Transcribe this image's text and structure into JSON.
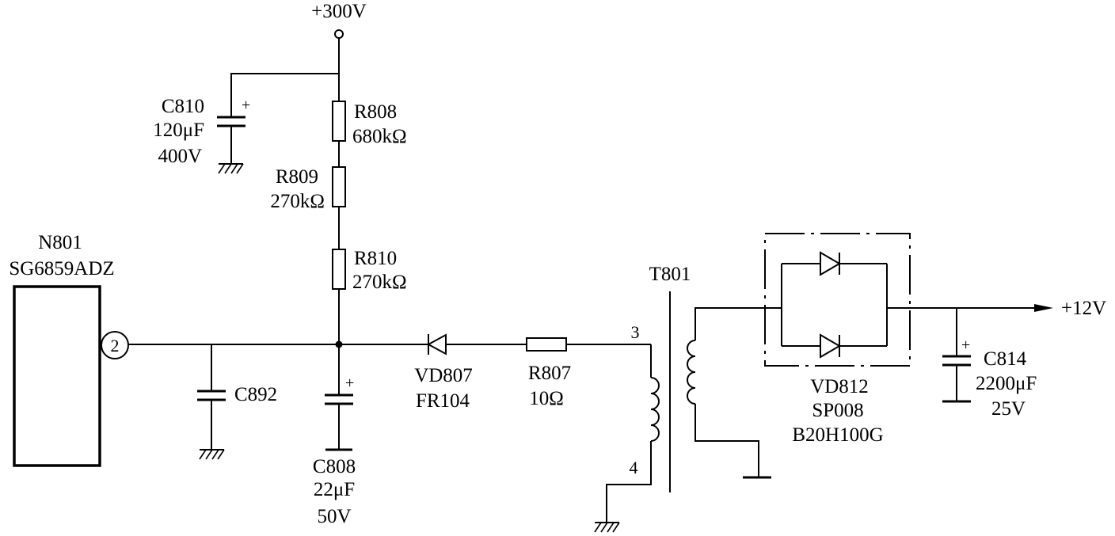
{
  "supply": {
    "label": "+300V"
  },
  "output": {
    "label": "+12V"
  },
  "ic": {
    "ref": "N801",
    "part": "SG6859ADZ",
    "pin": "2"
  },
  "c810": {
    "ref": "C810",
    "value": "120μF",
    "voltage": "400V",
    "polarity": "+"
  },
  "r808": {
    "ref": "R808",
    "value": "680kΩ"
  },
  "r809": {
    "ref": "R809",
    "value": "270kΩ"
  },
  "r810": {
    "ref": "R810",
    "value": "270kΩ"
  },
  "c892": {
    "ref": "C892"
  },
  "c808": {
    "ref": "C808",
    "value": "22μF",
    "voltage": "50V",
    "polarity": "+"
  },
  "vd807": {
    "ref": "VD807",
    "part": "FR104"
  },
  "r807": {
    "ref": "R807",
    "value": "10Ω"
  },
  "t801": {
    "ref": "T801",
    "pin_top": "3",
    "pin_bottom": "4"
  },
  "vd812": {
    "ref": "VD812",
    "part1": "SP008",
    "part2": "B20H100G"
  },
  "c814": {
    "ref": "C814",
    "value": "2200μF",
    "voltage": "25V",
    "polarity": "+"
  }
}
